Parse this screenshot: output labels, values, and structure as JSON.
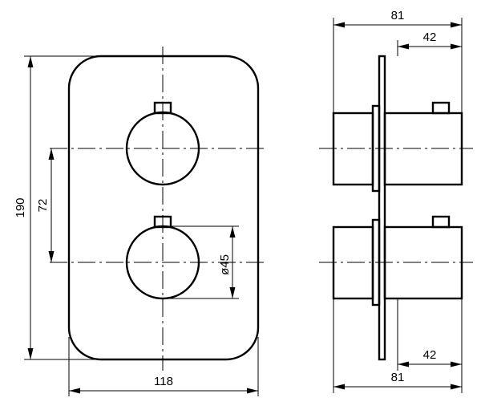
{
  "drawing": {
    "front_view": {
      "height_dim": "190",
      "spacing_dim": "72",
      "diameter_dim": "ø45",
      "width_dim": "118"
    },
    "side_view": {
      "top_total_dim": "81",
      "top_partial_dim": "42",
      "bottom_partial_dim": "42",
      "bottom_total_dim": "81"
    }
  }
}
